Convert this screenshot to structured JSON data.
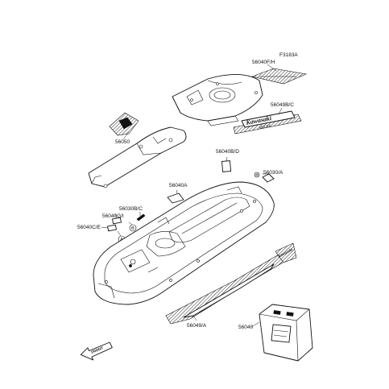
{
  "figure_code": "F3183A",
  "labels": {
    "l1": "56040F/H",
    "l2": "56049B/C",
    "l3": "56050",
    "l4": "56040B/D",
    "l5": "56030/A",
    "l6": "56040A",
    "l7": "56030B/C",
    "l8": "56040G/I",
    "l9": "56040C/E",
    "l10": "56049/A",
    "l11": "56040"
  },
  "callouts": {
    "a": "A",
    "b": "B"
  },
  "decals": {
    "brand": "Kawasaki",
    "model": "650 SX",
    "deck_text": "Kawasaki"
  },
  "front_arrow": "FRONT"
}
